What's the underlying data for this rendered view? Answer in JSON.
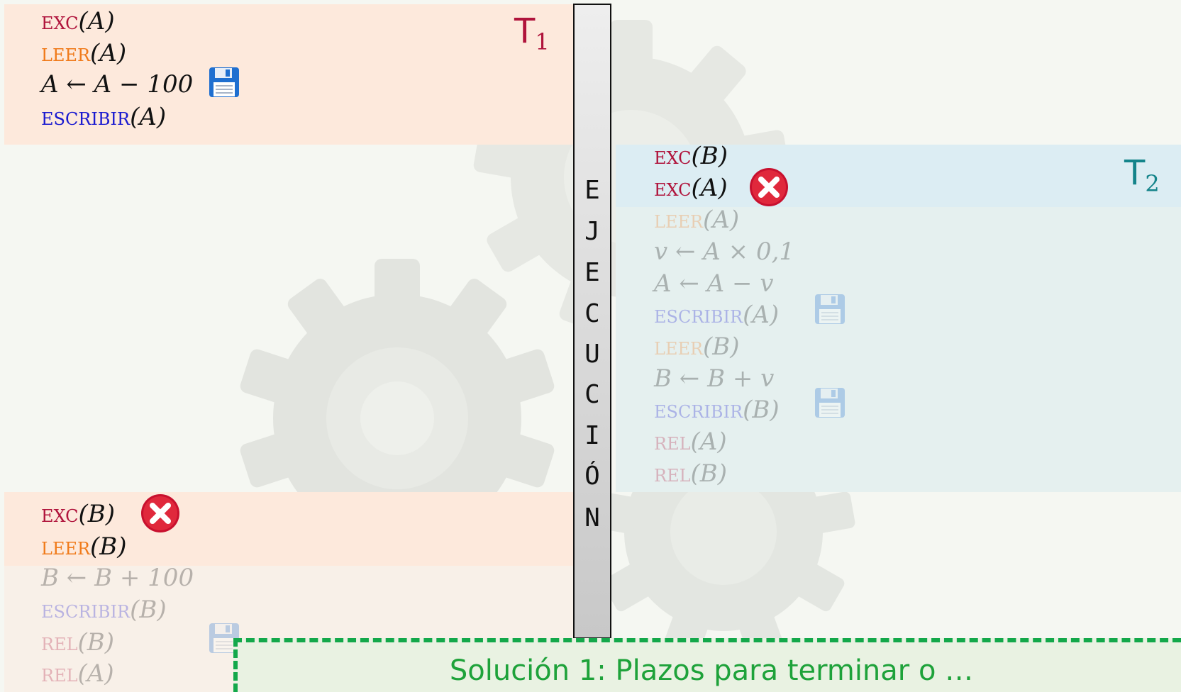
{
  "execution_label": [
    "E",
    "J",
    "E",
    "C",
    "U",
    "C",
    "I",
    "Ó",
    "N"
  ],
  "t1": {
    "label": "T",
    "label_sub": "1",
    "label_color": "#b0143c",
    "active_top": [
      {
        "kw": "exc",
        "arg": "(A)"
      },
      {
        "kw": "leer",
        "arg": "(A)"
      },
      {
        "expr": "A ← A − 100"
      },
      {
        "kw": "escribir",
        "arg": "(A)"
      }
    ],
    "active_bottom": [
      {
        "kw": "exc",
        "arg": "(B)"
      },
      {
        "kw": "leer",
        "arg": "(B)"
      }
    ],
    "pending": [
      {
        "expr": "B ← B + 100"
      },
      {
        "kw": "escribir",
        "arg": "(B)"
      },
      {
        "kw": "rel",
        "arg": "(B)"
      },
      {
        "kw": "rel",
        "arg": "(A)"
      }
    ]
  },
  "t2": {
    "label": "T",
    "label_sub": "2",
    "label_color": "#14848a",
    "active": [
      {
        "kw": "exc",
        "arg": "(B)"
      },
      {
        "kw": "exc",
        "arg": "(A)"
      }
    ],
    "pending": [
      {
        "kw": "leer",
        "arg": "(A)"
      },
      {
        "expr": "v ← A × 0,1"
      },
      {
        "expr": "A ← A − v"
      },
      {
        "kw": "escribir",
        "arg": "(A)"
      },
      {
        "kw": "leer",
        "arg": "(B)"
      },
      {
        "expr": "B ← B + v"
      },
      {
        "kw": "escribir",
        "arg": "(B)"
      },
      {
        "kw": "rel",
        "arg": "(A)"
      },
      {
        "kw": "rel",
        "arg": "(B)"
      }
    ]
  },
  "icons": {
    "save": "floppy-disk-icon",
    "blocked": "red-x-icon"
  },
  "solution": {
    "text": "Solución 1: Plazos para terminar o …",
    "border_color": "#13a84a",
    "text_color": "#1ea23a"
  }
}
